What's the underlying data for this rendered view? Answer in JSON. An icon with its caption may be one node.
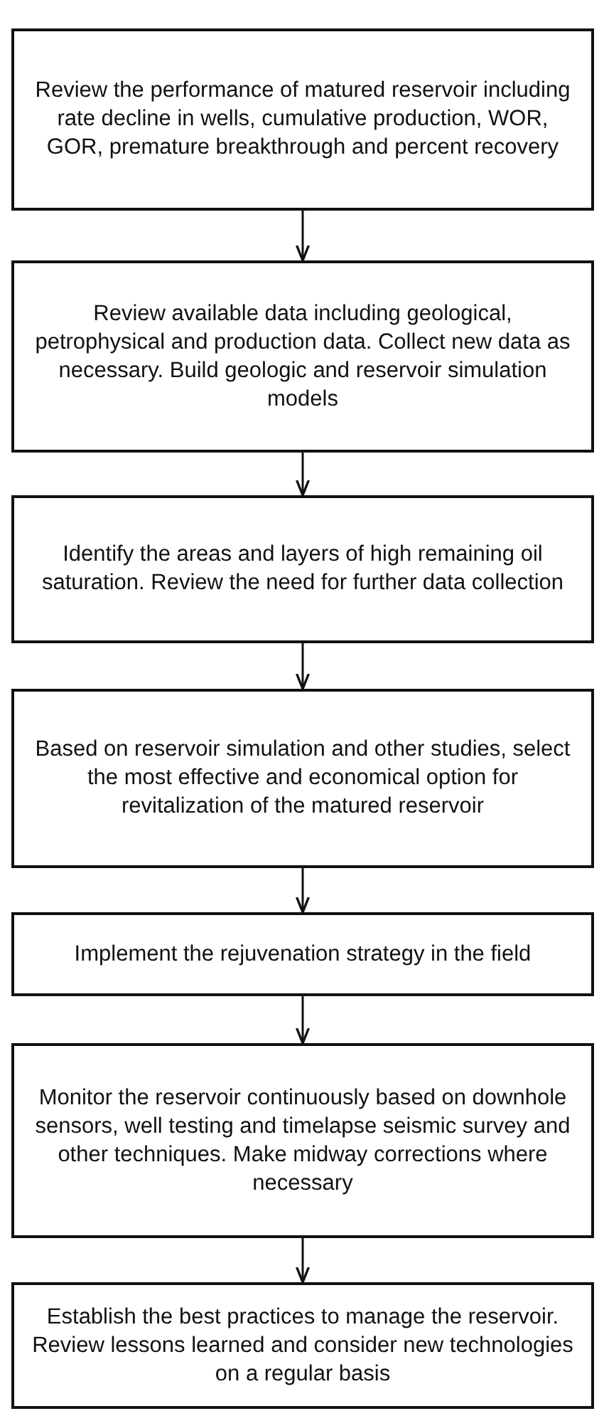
{
  "diagram": {
    "nodes": [
      {
        "text": [
          "Review the performance of matured reservoir including rate decline in wells, cumulative production, WOR, GOR, premature breakthrough and percent recovery"
        ]
      },
      {
        "text": [
          "Review available data including geological, petrophysical and production data. Collect new data as necessary. Build geologic and reservoir simulation models"
        ]
      },
      {
        "text": [
          "Identify the areas and layers of high remaining oil saturation. Review the need for further data collection"
        ]
      },
      {
        "text": [
          "Based on reservoir simulation and other studies, select the most effective and economical option for revitalization of the matured reservoir"
        ]
      },
      {
        "text": [
          "Implement the rejuvenation strategy in the field"
        ]
      },
      {
        "text": [
          "Monitor the reservoir continuously based on downhole sensors, well testing and timelapse seismic survey and other techniques. Make midway corrections where necessary"
        ]
      },
      {
        "text": [
          "Establish the best practices to manage the reservoir. Review lessons learned and consider new technologies on a regular basis"
        ]
      }
    ],
    "edges": [
      {
        "from": 0,
        "to": 1,
        "arrow": "to"
      },
      {
        "from": 1,
        "to": 2,
        "arrow": "to"
      },
      {
        "from": 2,
        "to": 3,
        "arrow": "to"
      },
      {
        "from": 3,
        "to": 4,
        "arrow": "to"
      },
      {
        "from": 4,
        "to": 5,
        "arrow": "to"
      },
      {
        "from": 5,
        "to": 6,
        "arrow": "to"
      }
    ]
  }
}
